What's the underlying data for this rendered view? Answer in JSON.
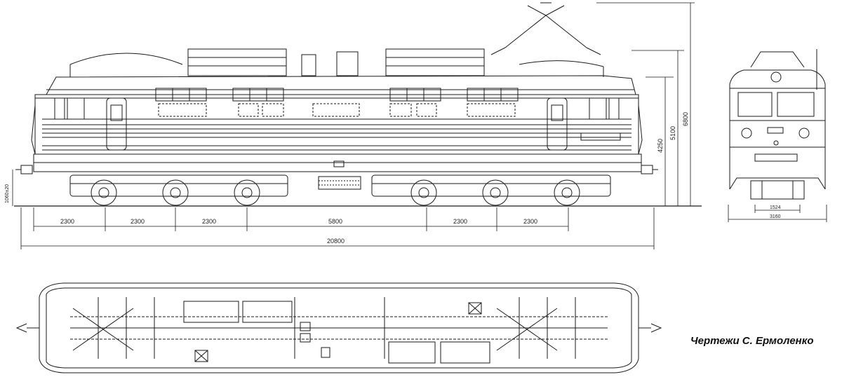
{
  "dimensions": {
    "horizontal": [
      "2300",
      "2300",
      "2300",
      "5800",
      "2300",
      "2300"
    ],
    "overall_length": "20800",
    "heights": [
      "4250",
      "5100",
      "6800"
    ],
    "coupler_height": "1060±20",
    "end_view": [
      "1524",
      "3160"
    ]
  },
  "credit": "Чертежи С. Ермоленко",
  "colors": {
    "line": "#1a1a1a",
    "background": "#ffffff"
  }
}
